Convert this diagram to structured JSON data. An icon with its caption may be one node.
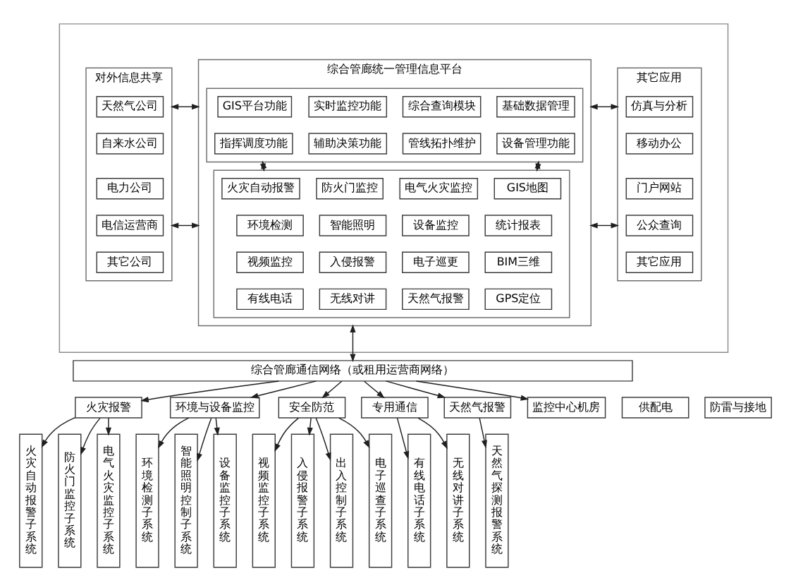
{
  "diagram": {
    "nodes": [
      {
        "text": [],
        "shape": "box"
      },
      {
        "text": [
          "对外信息共享"
        ],
        "in": 0
      },
      {
        "text": [
          "天然气公司"
        ],
        "in": 1
      },
      {
        "text": [
          "自来水公司"
        ],
        "in": 1
      },
      {
        "text": [
          "电力公司"
        ],
        "in": 1
      },
      {
        "text": [
          "电信运营商"
        ],
        "in": 1
      },
      {
        "text": [
          "其它公司"
        ],
        "in": 1
      },
      {
        "text": [
          "综合管廊统一管理信息平台"
        ],
        "in": 0
      },
      {
        "text": [],
        "shape": "box",
        "in": 7
      },
      {
        "text": [
          "GIS平台功能"
        ],
        "in": 8
      },
      {
        "text": [
          "实时监控功能"
        ],
        "in": 8
      },
      {
        "text": [
          "综合查询模块"
        ],
        "in": 8
      },
      {
        "text": [
          "基础数据管理"
        ],
        "in": 8
      },
      {
        "text": [
          "指挥调度功能"
        ],
        "in": 8
      },
      {
        "text": [
          "辅助决策功能"
        ],
        "in": 8
      },
      {
        "text": [
          "管线拓扑维护"
        ],
        "in": 8
      },
      {
        "text": [
          "设备管理功能"
        ],
        "in": 8
      },
      {
        "text": [],
        "shape": "box",
        "in": 7
      },
      {
        "text": [
          "火灾自动报警"
        ],
        "in": 17
      },
      {
        "text": [
          "防火门监控"
        ],
        "in": 17
      },
      {
        "text": [
          "电气火灾监控"
        ],
        "in": 17
      },
      {
        "text": [
          "GIS地图"
        ],
        "in": 17
      },
      {
        "text": [
          "环境检测"
        ],
        "in": 17
      },
      {
        "text": [
          "智能照明"
        ],
        "in": 17
      },
      {
        "text": [
          "设备监控"
        ],
        "in": 17
      },
      {
        "text": [
          "统计报表"
        ],
        "in": 17
      },
      {
        "text": [
          "视频监控"
        ],
        "in": 17
      },
      {
        "text": [
          "入侵报警"
        ],
        "in": 17
      },
      {
        "text": [
          "电子巡更"
        ],
        "in": 17
      },
      {
        "text": [
          "BIM三维"
        ],
        "in": 17
      },
      {
        "text": [
          "有线电话"
        ],
        "in": 17
      },
      {
        "text": [
          "无线对讲"
        ],
        "in": 17
      },
      {
        "text": [
          "天然气报警"
        ],
        "in": 17
      },
      {
        "text": [
          "GPS定位"
        ],
        "in": 17
      },
      {
        "text": [
          "其它应用"
        ],
        "in": 0
      },
      {
        "text": [
          "仿真与分析"
        ],
        "in": 34
      },
      {
        "text": [
          "移动办公"
        ],
        "in": 34
      },
      {
        "text": [
          "门户网站"
        ],
        "in": 34
      },
      {
        "text": [
          "公众查询"
        ],
        "in": 34
      },
      {
        "text": [
          "其它应用"
        ],
        "in": 34
      },
      {
        "text": [
          "综合管廊通信网络（或租用运营商网络）"
        ]
      },
      {
        "text": [
          "火灾报警"
        ]
      },
      {
        "text": [
          "环境与设备监控"
        ]
      },
      {
        "text": [
          "安全防范"
        ]
      },
      {
        "text": [
          "专用通信"
        ]
      },
      {
        "text": [
          "天然气报警"
        ]
      },
      {
        "text": [
          "监控中心机房"
        ]
      },
      {
        "text": [
          "供配电"
        ]
      },
      {
        "text": [
          "防雷与接地"
        ]
      },
      {
        "text": [
          "火灾自动报警子系统"
        ]
      },
      {
        "text": [
          "防火门监控子系统"
        ]
      },
      {
        "text": [
          "电气火灾监控子系统"
        ]
      },
      {
        "text": [
          "环境检测子系统"
        ]
      },
      {
        "text": [
          "智能照明控制子系统"
        ]
      },
      {
        "text": [
          "设备监控子系统"
        ]
      },
      {
        "text": [
          "视频监控子系统"
        ]
      },
      {
        "text": [
          "入侵报警子系统"
        ]
      },
      {
        "text": [
          "出入控制子系统"
        ]
      },
      {
        "text": [
          "电子巡查子系统"
        ]
      },
      {
        "text": [
          "有线电话子系统"
        ]
      },
      {
        "text": [
          "无线对讲子系统"
        ]
      },
      {
        "text": [
          "天然气探测报警系统"
        ]
      }
    ],
    "edges": [
      {
        "from": 1,
        "to": 7,
        "arrow": "both"
      },
      {
        "from": 1,
        "to": 7,
        "arrow": "both"
      },
      {
        "from": 7,
        "to": 34,
        "arrow": "both"
      },
      {
        "from": 7,
        "to": 34,
        "arrow": "both"
      },
      {
        "from": 8,
        "to": 17,
        "arrow": "both"
      },
      {
        "from": 8,
        "to": 17,
        "arrow": "both"
      },
      {
        "from": 7,
        "to": 40,
        "arrow": "both"
      },
      {
        "from": 40,
        "to": 41,
        "arrow": "to"
      },
      {
        "from": 40,
        "to": 42,
        "arrow": "to"
      },
      {
        "from": 40,
        "to": 43,
        "arrow": "to"
      },
      {
        "from": 40,
        "to": 44,
        "arrow": "to"
      },
      {
        "from": 40,
        "to": 45,
        "arrow": "to"
      },
      {
        "from": 40,
        "to": 46,
        "arrow": "to"
      },
      {
        "from": 41,
        "to": 49,
        "arrow": "to"
      },
      {
        "from": 41,
        "to": 50,
        "arrow": "to"
      },
      {
        "from": 41,
        "to": 51,
        "arrow": "to"
      },
      {
        "from": 42,
        "to": 52,
        "arrow": "to"
      },
      {
        "from": 42,
        "to": 53,
        "arrow": "to"
      },
      {
        "from": 42,
        "to": 54,
        "arrow": "to"
      },
      {
        "from": 43,
        "to": 55,
        "arrow": "to"
      },
      {
        "from": 43,
        "to": 56,
        "arrow": "to"
      },
      {
        "from": 43,
        "to": 57,
        "arrow": "to"
      },
      {
        "from": 43,
        "to": 58,
        "arrow": "to"
      },
      {
        "from": 44,
        "to": 59,
        "arrow": "to"
      },
      {
        "from": 44,
        "to": 60,
        "arrow": "to"
      },
      {
        "from": 45,
        "to": 61,
        "arrow": "to"
      }
    ]
  }
}
